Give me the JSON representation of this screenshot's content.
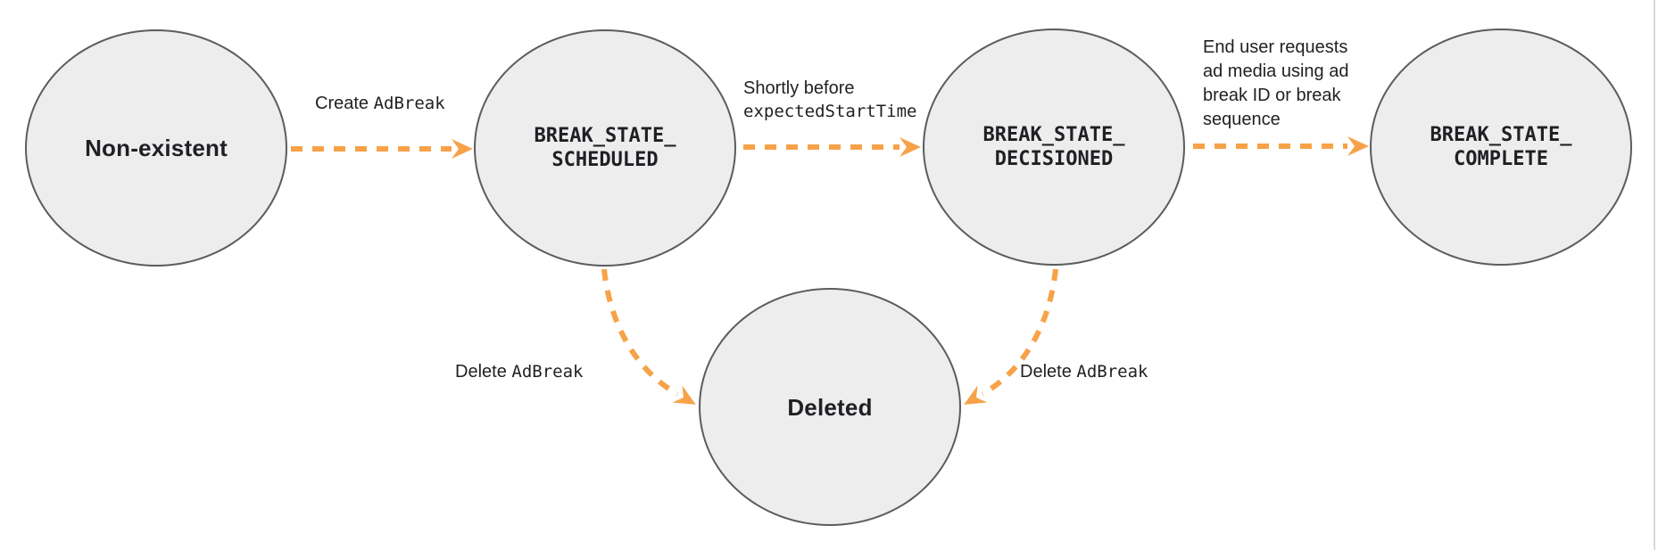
{
  "colors": {
    "accent_orange": "#F7A248",
    "node_fill": "#EDEDEE",
    "node_border": "#5A5C5E",
    "text": "#1F2023",
    "frame_line": "#D9D9D9"
  },
  "states": [
    {
      "id": "non-existent",
      "label": "Non-existent",
      "text_style": "sans"
    },
    {
      "id": "break-state-scheduled",
      "label": "BREAK_STATE_\nSCHEDULED",
      "text_style": "mono"
    },
    {
      "id": "break-state-decisioned",
      "label": "BREAK_STATE_\nDECISIONED",
      "text_style": "mono"
    },
    {
      "id": "break-state-complete",
      "label": "BREAK_STATE_\nCOMPLETE",
      "text_style": "mono"
    },
    {
      "id": "deleted",
      "label": "Deleted",
      "text_style": "sans"
    }
  ],
  "transitions": [
    {
      "id": "create-ad-break",
      "from": "non-existent",
      "to": "break-state-scheduled",
      "label_parts": [
        {
          "t": "Create ",
          "mono": false
        },
        {
          "t": "AdBreak",
          "mono": true
        }
      ]
    },
    {
      "id": "shortly-before-expected-start-time",
      "from": "break-state-scheduled",
      "to": "break-state-decisioned",
      "label_parts": [
        {
          "t": "Shortly before\n",
          "mono": false
        },
        {
          "t": "expectedStartTime",
          "mono": true
        }
      ]
    },
    {
      "id": "end-user-requests-ad-media",
      "from": "break-state-decisioned",
      "to": "break-state-complete",
      "label_parts": [
        {
          "t": "End user requests\nad media using ad\nbreak ID or break\nsequence",
          "mono": false
        }
      ]
    },
    {
      "id": "delete-ad-break-from-scheduled",
      "from": "break-state-scheduled",
      "to": "deleted",
      "label_parts": [
        {
          "t": "Delete ",
          "mono": false
        },
        {
          "t": "AdBreak",
          "mono": true
        }
      ]
    },
    {
      "id": "delete-ad-break-from-decisioned",
      "from": "break-state-decisioned",
      "to": "deleted",
      "label_parts": [
        {
          "t": "Delete ",
          "mono": false
        },
        {
          "t": "AdBreak",
          "mono": true
        }
      ]
    }
  ]
}
